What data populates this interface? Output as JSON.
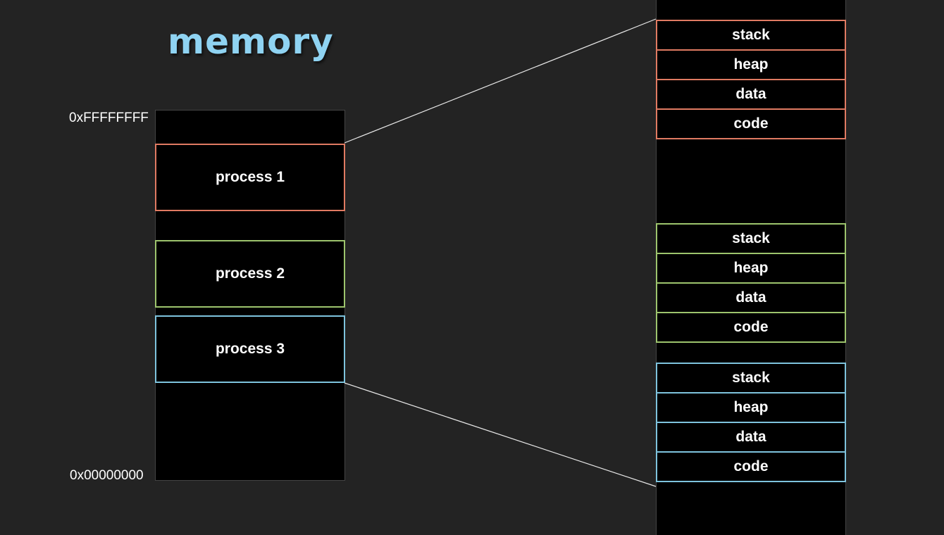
{
  "title": "memory",
  "address_top": "0xFFFFFFFF",
  "address_bottom": "0x00000000",
  "colors": {
    "background": "#232323",
    "process_1": "#e07a62",
    "process_2": "#9dc46d",
    "process_3": "#7ec3dd",
    "title": "#8fd3f2"
  },
  "processes": [
    {
      "label": "process 1"
    },
    {
      "label": "process 2"
    },
    {
      "label": "process 3"
    }
  ],
  "segments": [
    {
      "items": [
        "stack",
        "heap",
        "data",
        "code"
      ]
    },
    {
      "items": [
        "stack",
        "heap",
        "data",
        "code"
      ]
    },
    {
      "items": [
        "stack",
        "heap",
        "data",
        "code"
      ]
    }
  ]
}
